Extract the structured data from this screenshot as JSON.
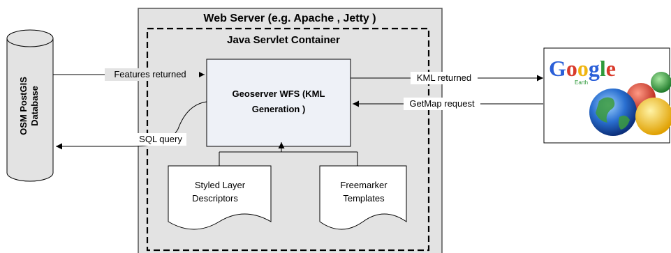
{
  "server": {
    "title": "Web Server (e.g. Apache , Jetty )",
    "container_title": "Java Servlet Container",
    "fill": "#e3e3e3"
  },
  "database": {
    "line1": "OSM PostGIS",
    "line2": "Database"
  },
  "geoserver": {
    "line1": "Geoserver WFS (KML",
    "line2": "Generation )",
    "fill": "#eef1f7"
  },
  "docs": [
    {
      "line1": "Styled Layer",
      "line2": "Descriptors"
    },
    {
      "line1": "Freemarker",
      "line2": "Templates"
    }
  ],
  "arrows": {
    "features_returned": "Features returned",
    "sql_query": "SQL query",
    "kml_returned": "KML returned",
    "getmap_request": "GetMap request"
  },
  "google_earth": {
    "logo_text": "Google",
    "sub_text": "Earth",
    "colors": {
      "blue": "#2a5fd8",
      "red": "#d93a2b",
      "yellow": "#f0b510",
      "green": "#2f9a3a"
    }
  }
}
